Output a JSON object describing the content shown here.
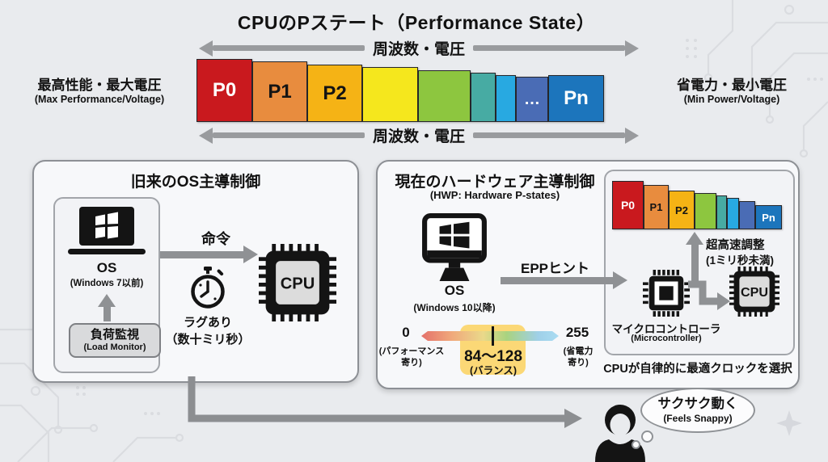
{
  "title": "CPUのPステート（Performance State）",
  "freq_axis": {
    "top_label": "周波数・電圧",
    "bottom_label": "周波数・電圧",
    "left_title": "最高性能・最大電圧",
    "left_subtitle": "(Max Performance/Voltage)",
    "right_title": "省電力・最小電圧",
    "right_subtitle": "(Min Power/Voltage)"
  },
  "pstate_bar": {
    "blocks": [
      {
        "label": "P0",
        "color": "#c9191e",
        "text_color": "#ffffff",
        "w": 69,
        "h": 78,
        "fs": 24
      },
      {
        "label": "P1",
        "color": "#e88c3e",
        "text_color": "#141414",
        "w": 68,
        "h": 75,
        "fs": 24
      },
      {
        "label": "P2",
        "color": "#f5b315",
        "text_color": "#141414",
        "w": 68,
        "h": 71,
        "fs": 24
      },
      {
        "label": "",
        "color": "#f5e71d",
        "text_color": "#141414",
        "w": 69,
        "h": 68,
        "fs": 24
      },
      {
        "label": "",
        "color": "#8dc63f",
        "text_color": "#141414",
        "w": 65,
        "h": 64,
        "fs": 24
      },
      {
        "label": "",
        "color": "#47aba3",
        "text_color": "#ffffff",
        "w": 31,
        "h": 61,
        "fs": 24
      },
      {
        "label": "",
        "color": "#28a9e1",
        "text_color": "#ffffff",
        "w": 25,
        "h": 58,
        "fs": 24
      },
      {
        "label": "…",
        "color": "#4a6cb5",
        "text_color": "#ffffff",
        "w": 40,
        "h": 56,
        "fs": 20
      },
      {
        "label": "Pn",
        "color": "#1c75bc",
        "text_color": "#ffffff",
        "w": 69,
        "h": 58,
        "fs": 24
      }
    ]
  },
  "legacy_box": {
    "title": "旧来のOS主導制御",
    "os_label": "OS",
    "os_subtitle": "(Windows 7以前)",
    "load_monitor_title": "負荷監視",
    "load_monitor_subtitle": "(Load Monitor)",
    "command_label": "命令",
    "lag_line1": "ラグあり",
    "lag_line2": "（数十ミリ秒）",
    "cpu_label": "CPU"
  },
  "hwp_box": {
    "title": "現在のハードウェア主導制御",
    "subtitle": "(HWP: Hardware P-states)",
    "os_label": "OS",
    "os_subtitle": "(Windows 10以降)",
    "epp_label": "EPPヒント",
    "slider": {
      "min_value": "0",
      "min_note_line1": "(パフォーマンス",
      "min_note_line2": "寄り)",
      "max_value": "255",
      "max_note_line1": "(省電力",
      "max_note_line2": "寄り)",
      "balance_value": "84～128",
      "balance_note": "(バランス)",
      "gradient": [
        "#e4716b",
        "#f0a87b",
        "#ead98a",
        "#a9d37f",
        "#9fd0e8",
        "#aadcf2"
      ],
      "highlight_color": "#fbd876"
    },
    "inner_panel": {
      "mini_bar_blocks": [
        {
          "label": "P0",
          "color": "#c9191e",
          "text_color": "#ffffff",
          "w": 39,
          "h": 60,
          "fs": 14
        },
        {
          "label": "P1",
          "color": "#e88c3e",
          "text_color": "#141414",
          "w": 31,
          "h": 55,
          "fs": 13
        },
        {
          "label": "P2",
          "color": "#f5b315",
          "text_color": "#141414",
          "w": 32,
          "h": 48,
          "fs": 13
        },
        {
          "label": "",
          "color": "#8dc63f",
          "text_color": "#141414",
          "w": 27,
          "h": 45,
          "fs": 12
        },
        {
          "label": "",
          "color": "#47aba3",
          "text_color": "#ffffff",
          "w": 13,
          "h": 42,
          "fs": 12
        },
        {
          "label": "",
          "color": "#28a9e1",
          "text_color": "#ffffff",
          "w": 15,
          "h": 39,
          "fs": 12
        },
        {
          "label": "",
          "color": "#4a6cb5",
          "text_color": "#ffffff",
          "w": 20,
          "h": 35,
          "fs": 12
        },
        {
          "label": "Pn",
          "color": "#1c75bc",
          "text_color": "#ffffff",
          "w": 33,
          "h": 30,
          "fs": 13
        }
      ],
      "fast_line1": "超高速調整",
      "fast_line2": "(1ミリ秒未満)",
      "mcu_title": "マイクロコントローラ",
      "mcu_subtitle": "(Microcontroller)",
      "cpu_label": "CPU"
    },
    "bottom_note": "CPUが自律的に最適クロックを選択"
  },
  "result": {
    "bubble_title": "サクサク動く",
    "bubble_subtitle": "(Feels Snappy)"
  }
}
